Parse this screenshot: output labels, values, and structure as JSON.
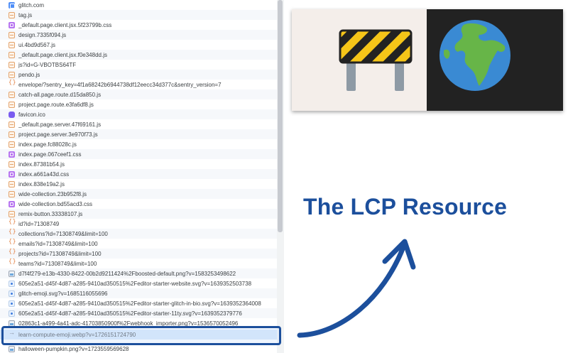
{
  "network_requests": [
    {
      "name": "glitch.com",
      "icon": "document-icon"
    },
    {
      "name": "tag.js",
      "icon": "script-icon"
    },
    {
      "name": "_default.page.client.jsx.5f23799b.css",
      "icon": "stylesheet-icon"
    },
    {
      "name": "design.7335f094.js",
      "icon": "script-icon"
    },
    {
      "name": "ui.4bd9d567.js",
      "icon": "script-icon"
    },
    {
      "name": "_default.page.client.jsx.f0e348dd.js",
      "icon": "script-icon"
    },
    {
      "name": "js?id=G-VBOTBS64TF",
      "icon": "script-icon"
    },
    {
      "name": "pendo.js",
      "icon": "script-icon"
    },
    {
      "name": "envelope/?sentry_key=4f1a68242b6944738df12eecc34d377c&sentry_version=7",
      "icon": "fetch-icon"
    },
    {
      "name": "catch-all.page.route.d15da850.js",
      "icon": "script-icon"
    },
    {
      "name": "project.page.route.e3fa6df8.js",
      "icon": "script-icon"
    },
    {
      "name": "favicon.ico",
      "icon": "favicon-icon"
    },
    {
      "name": "_default.page.server.47f69161.js",
      "icon": "script-icon"
    },
    {
      "name": "project.page.server.3e970f73.js",
      "icon": "script-icon"
    },
    {
      "name": "index.page.fc88028c.js",
      "icon": "script-icon"
    },
    {
      "name": "index.page.067ceef1.css",
      "icon": "stylesheet-icon"
    },
    {
      "name": "index.87381b54.js",
      "icon": "script-icon"
    },
    {
      "name": "index.a661a43d.css",
      "icon": "stylesheet-icon"
    },
    {
      "name": "index.838e19a2.js",
      "icon": "script-icon"
    },
    {
      "name": "wide-collection.23b952f8.js",
      "icon": "script-icon"
    },
    {
      "name": "wide-collection.bd55acd3.css",
      "icon": "stylesheet-icon"
    },
    {
      "name": "remix-button.33338107.js",
      "icon": "script-icon"
    },
    {
      "name": "id?id=71308749",
      "icon": "fetch-icon"
    },
    {
      "name": "collections?id=71308749&limit=100",
      "icon": "fetch-icon"
    },
    {
      "name": "emails?id=71308749&limit=100",
      "icon": "fetch-icon"
    },
    {
      "name": "projects?id=71308749&limit=100",
      "icon": "fetch-icon"
    },
    {
      "name": "teams?id=71308749&limit=100",
      "icon": "fetch-icon"
    },
    {
      "name": "d7f4f279-e13b-4330-8422-00b2d9211424%2Fboosted-default.png?v=1583253498622",
      "icon": "image-icon"
    },
    {
      "name": "605e2a51-d45f-4d87-a285-9410ad350515%2Feditor-starter-website.svg?v=1639352503738",
      "icon": "svg-icon"
    },
    {
      "name": "glitch-emoji.svg?v=1685116055696",
      "icon": "svg-icon"
    },
    {
      "name": "605e2a51-d45f-4d87-a285-9410ad350515%2Feditor-starter-glitch-in-bio.svg?v=1639352364008",
      "icon": "svg-icon"
    },
    {
      "name": "605e2a51-d45f-4d87-a285-9410ad350515%2Feditor-starter-11ty.svg?v=1639352379776",
      "icon": "svg-icon"
    },
    {
      "name": "02863c1-a499-4a41-adc-41703850900f%2Fwebhook_importer.png?v=1536570052496",
      "icon": "image-icon"
    },
    {
      "name": "learn-compute-emoji.webp?v=1726151724790",
      "icon": "arrow-right-icon"
    },
    {
      "name": "halloween-pumpkin.png?v=1723559569628",
      "icon": "image-icon"
    }
  ],
  "highlighted_request": "learn-compute-emoji.webp?v=1726151724790",
  "annotation": {
    "title": "The LCP Resource"
  },
  "colors": {
    "accent": "#1c4f9c",
    "row_stripe": "#f6f8fb"
  }
}
